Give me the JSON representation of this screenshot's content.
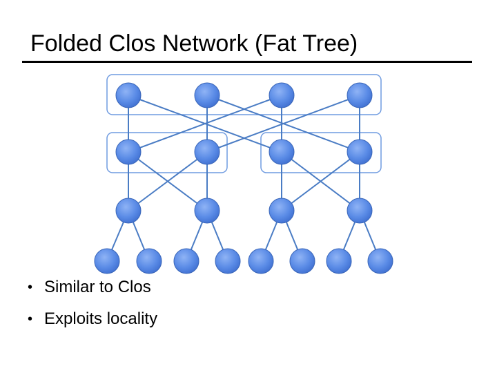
{
  "slide": {
    "title": "Folded Clos Network (Fat Tree)",
    "bullets": [
      "Similar to Clos",
      "Exploits locality"
    ]
  },
  "diagram": {
    "node_color": "#4f81e0",
    "edge_color": "#4a7cc4",
    "group_border_color": "#5b8fd6",
    "levels": {
      "core": 4,
      "aggregation": 4,
      "edge": 4,
      "hosts": 8
    }
  }
}
